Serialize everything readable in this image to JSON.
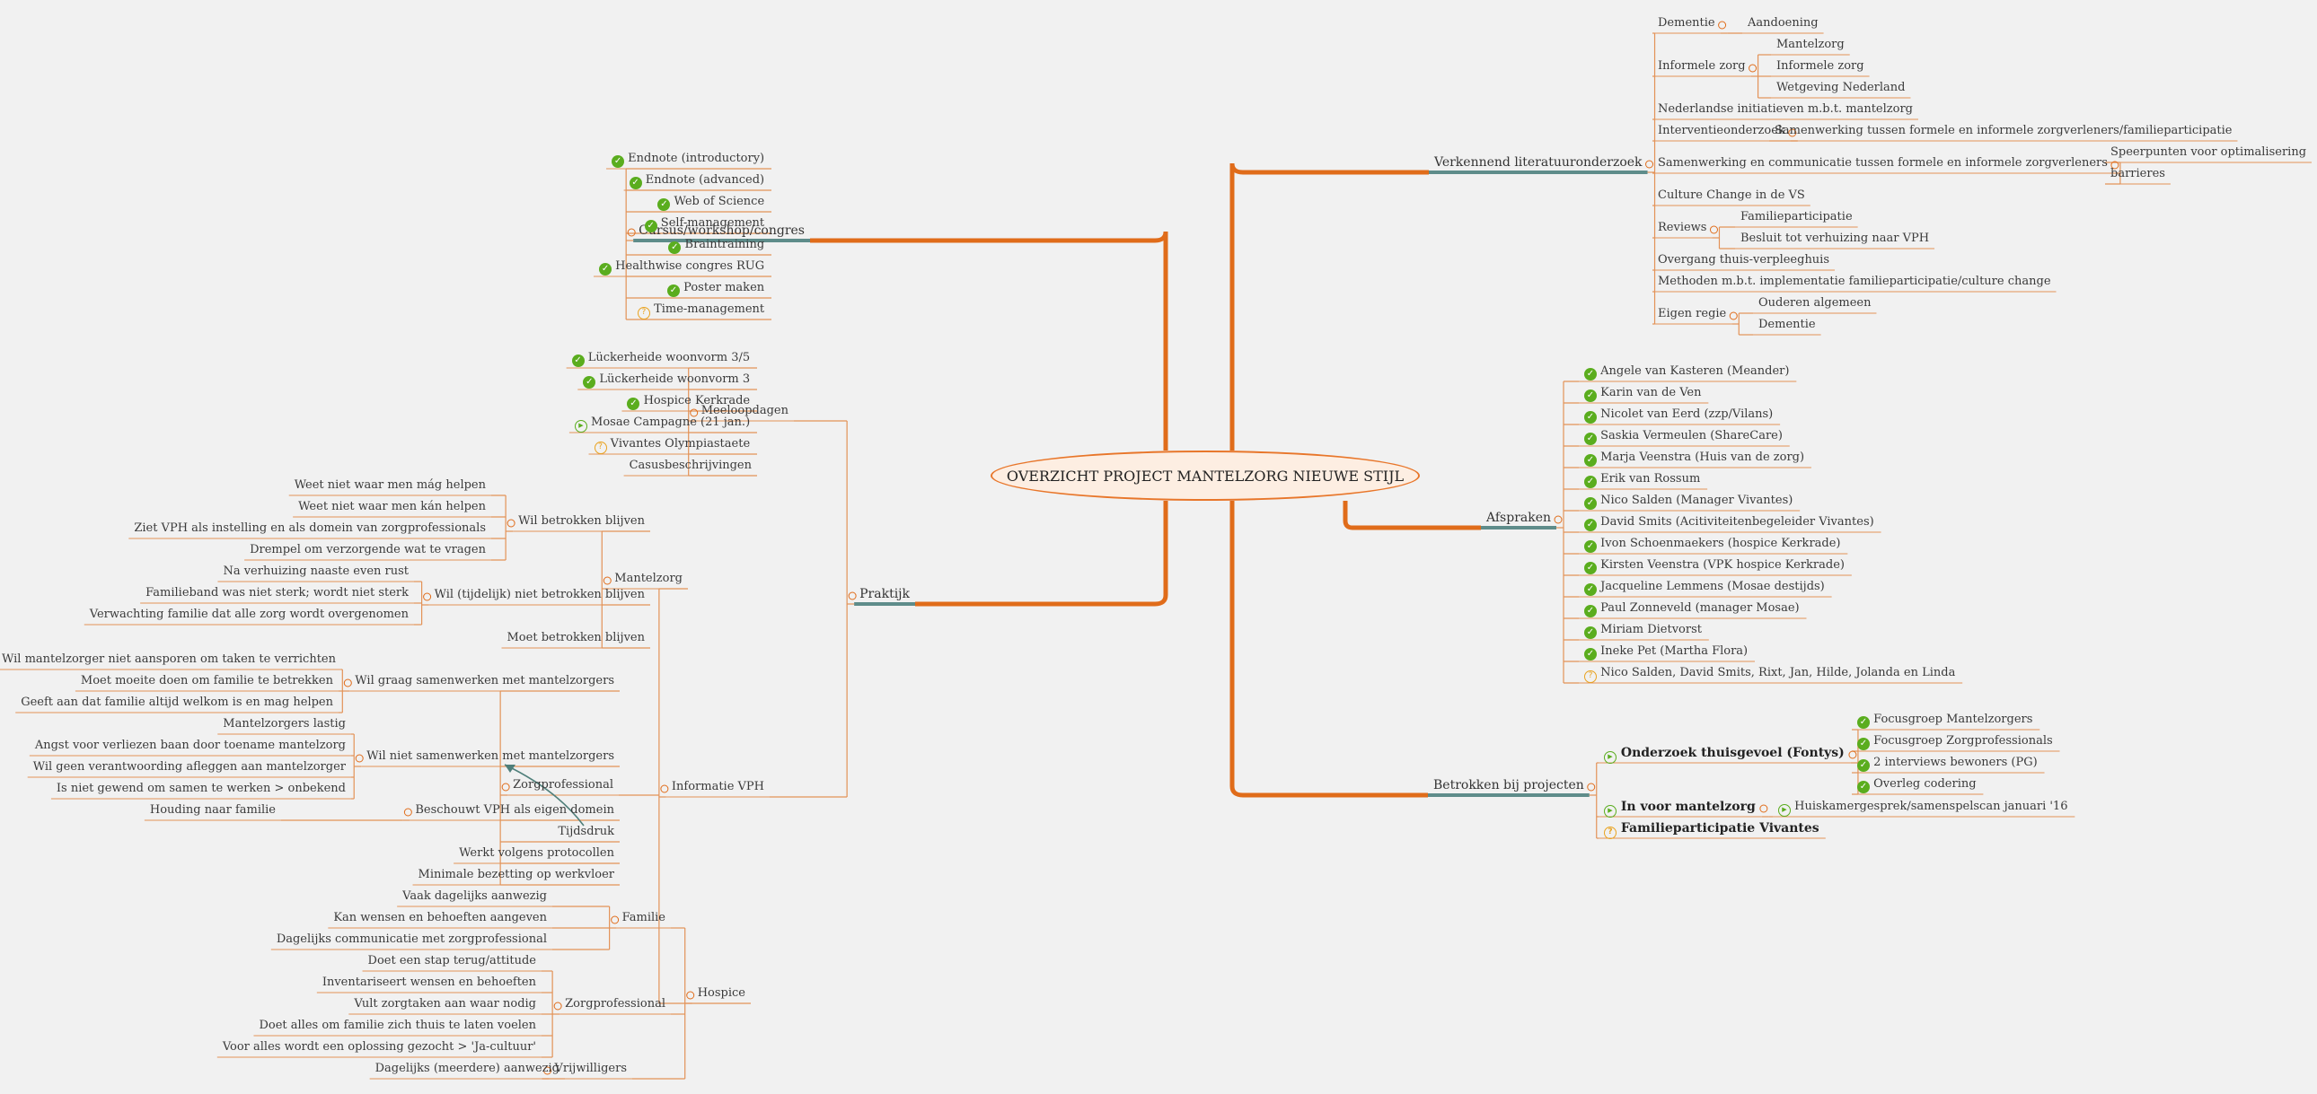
{
  "center": "OVERZICHT PROJECT MANTELZORG NIEUWE STIJL",
  "icons": {
    "done": "check-circle",
    "question": "question-circle",
    "play": "play-circle"
  },
  "colors": {
    "branch": "#e06c1a",
    "line": "#e39257",
    "underline": "#5e8c8a",
    "center_fill": "#fdeee2"
  },
  "nodes": [
    {
      "text": "Verkennend literatuuronderzoek"
    },
    {
      "text": "Dementie"
    },
    {
      "text": "Aandoening"
    },
    {
      "text": "Informele zorg"
    },
    {
      "text": "Mantelzorg"
    },
    {
      "text": "Informele zorg"
    },
    {
      "text": "Wetgeving Nederland"
    },
    {
      "text": "Nederlandse initiatieven m.b.t. mantelzorg"
    },
    {
      "text": "Interventieonderzoek"
    },
    {
      "text": "Samenwerking tussen formele en informele zorgverleners/familieparticipatie"
    },
    {
      "text": "Samenwerking en communicatie tussen formele en informele zorgverleners"
    },
    {
      "text": "Speerpunten voor optimalisering"
    },
    {
      "text": "barrieres"
    },
    {
      "text": "Culture Change in de VS"
    },
    {
      "text": "Reviews"
    },
    {
      "text": "Familieparticipatie"
    },
    {
      "text": "Besluit tot verhuizing naar VPH"
    },
    {
      "text": "Overgang thuis-verpleeghuis"
    },
    {
      "text": "Methoden m.b.t. implementatie familieparticipatie/culture change"
    },
    {
      "text": "Eigen regie"
    },
    {
      "text": "Ouderen algemeen"
    },
    {
      "text": "Dementie"
    },
    {
      "text": "Afspraken"
    },
    {
      "text": "Angele van Kasteren (Meander)",
      "icon": "done"
    },
    {
      "text": "Karin van de Ven",
      "icon": "done"
    },
    {
      "text": "Nicolet van Eerd (zzp/Vilans)",
      "icon": "done"
    },
    {
      "text": "Saskia Vermeulen (ShareCare)",
      "icon": "done"
    },
    {
      "text": "Marja Veenstra (Huis van de zorg)",
      "icon": "done"
    },
    {
      "text": "Erik van Rossum",
      "icon": "done"
    },
    {
      "text": "Nico Salden (Manager Vivantes)",
      "icon": "done"
    },
    {
      "text": "David Smits (Acitiviteitenbegeleider Vivantes)",
      "icon": "done"
    },
    {
      "text": "Ivon Schoenmaekers (hospice Kerkrade)",
      "icon": "done"
    },
    {
      "text": "Kirsten Veenstra (VPK hospice Kerkrade)",
      "icon": "done"
    },
    {
      "text": "Jacqueline Lemmens (Mosae destijds)",
      "icon": "done"
    },
    {
      "text": "Paul Zonneveld (manager Mosae)",
      "icon": "done"
    },
    {
      "text": "Miriam Dietvorst",
      "icon": "done"
    },
    {
      "text": "Ineke Pet (Martha Flora)",
      "icon": "done"
    },
    {
      "text": "Nico Salden, David Smits, Rixt, Jan, Hilde, Jolanda en Linda",
      "icon": "q"
    },
    {
      "text": "Betrokken bij projecten"
    },
    {
      "text": "Onderzoek thuisgevoel (Fontys)",
      "icon": "play"
    },
    {
      "text": "Focusgroep Mantelzorgers",
      "icon": "done"
    },
    {
      "text": "Focusgroep Zorgprofessionals",
      "icon": "done"
    },
    {
      "text": "2 interviews bewoners (PG)",
      "icon": "done"
    },
    {
      "text": "Overleg codering",
      "icon": "done"
    },
    {
      "text": "In voor mantelzorg",
      "icon": "play"
    },
    {
      "text": "Huiskamergesprek/samenspelscan januari '16",
      "icon": "play"
    },
    {
      "text": "Familieparticipatie Vivantes",
      "icon": "q"
    },
    {
      "text": "Cursus/workshop/congres"
    },
    {
      "text": "Endnote (introductory)",
      "icon": "done"
    },
    {
      "text": "Endnote (advanced)",
      "icon": "done"
    },
    {
      "text": "Web of Science",
      "icon": "done"
    },
    {
      "text": "Self-management",
      "icon": "done"
    },
    {
      "text": "Braintraining",
      "icon": "done"
    },
    {
      "text": "Healthwise congres RUG",
      "icon": "done"
    },
    {
      "text": "Poster maken",
      "icon": "done"
    },
    {
      "text": "Time-management",
      "icon": "q"
    },
    {
      "text": "Praktijk"
    },
    {
      "text": "Meeloopdagen"
    },
    {
      "text": "Lückerheide woonvorm 3/5",
      "icon": "done"
    },
    {
      "text": "Lückerheide woonvorm 3",
      "icon": "done"
    },
    {
      "text": "Hospice Kerkrade",
      "icon": "done"
    },
    {
      "text": "Mosae Campagne (21 jan.)",
      "icon": "play"
    },
    {
      "text": "Vivantes Olympiastaete",
      "icon": "q"
    },
    {
      "text": "Casusbeschrijvingen"
    },
    {
      "text": "Informatie VPH"
    },
    {
      "text": "Mantelzorg"
    },
    {
      "text": "Wil betrokken blijven"
    },
    {
      "text": "Weet niet waar men mág helpen"
    },
    {
      "text": "Weet niet waar men kán helpen"
    },
    {
      "text": "Ziet VPH als instelling en als domein van zorgprofessionals"
    },
    {
      "text": "Drempel om verzorgende wat te vragen"
    },
    {
      "text": "Wil (tijdelijk) niet betrokken blijven"
    },
    {
      "text": "Na verhuizing naaste even rust"
    },
    {
      "text": "Familieband was niet sterk; wordt niet sterk"
    },
    {
      "text": "Verwachting familie dat alle zorg wordt overgenomen"
    },
    {
      "text": "Moet betrokken blijven"
    },
    {
      "text": "Zorgprofessional"
    },
    {
      "text": "Wil graag samenwerken met mantelzorgers"
    },
    {
      "text": "Wil mantelzorger niet aansporen om taken te verrichten"
    },
    {
      "text": "Moet moeite doen om familie te betrekken"
    },
    {
      "text": "Geeft aan dat familie altijd welkom is en mag helpen"
    },
    {
      "text": "Wil niet samenwerken met mantelzorgers"
    },
    {
      "text": "Mantelzorgers lastig"
    },
    {
      "text": "Angst voor verliezen baan door toename mantelzorg"
    },
    {
      "text": "Wil geen verantwoording afleggen aan mantelzorger"
    },
    {
      "text": "Is niet gewend om samen te werken > onbekend"
    },
    {
      "text": "Beschouwt VPH als eigen domein"
    },
    {
      "text": "Houding naar familie"
    },
    {
      "text": "Tijdsdruk"
    },
    {
      "text": "Werkt volgens protocollen"
    },
    {
      "text": "Minimale bezetting op werkvloer"
    },
    {
      "text": "Hospice"
    },
    {
      "text": "Familie"
    },
    {
      "text": "Vaak dagelijks aanwezig"
    },
    {
      "text": "Kan wensen en behoeften aangeven"
    },
    {
      "text": "Dagelijks communicatie met zorgprofessional"
    },
    {
      "text": "Zorgprofessional"
    },
    {
      "text": "Doet een stap terug/attitude"
    },
    {
      "text": "Inventariseert wensen en behoeften"
    },
    {
      "text": "Vult zorgtaken aan waar nodig"
    },
    {
      "text": "Doet alles om familie zich thuis te laten voelen"
    },
    {
      "text": "Voor alles wordt een oplossing gezocht > 'Ja-cultuur'"
    },
    {
      "text": "Vrijwilligers"
    },
    {
      "text": "Dagelijks (meerdere) aanwezig"
    }
  ]
}
